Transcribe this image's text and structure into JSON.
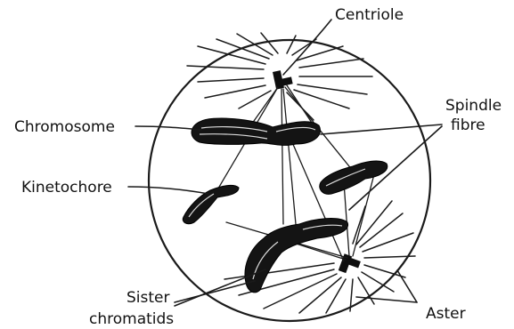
{
  "diagram": {
    "labels": {
      "centriole": "Centriole",
      "spindle_line1": "Spindle",
      "spindle_line2": "fibre",
      "chromosome": "Chromosome",
      "kinetochore": "Kinetochore",
      "sister_line1": "Sister",
      "sister_line2": "chromatids",
      "aster": "Aster"
    }
  }
}
